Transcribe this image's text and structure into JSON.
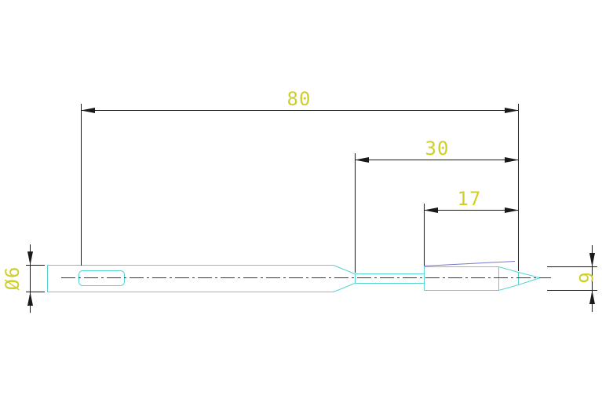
{
  "dimensions": {
    "overall_length": "80",
    "section_length": "30",
    "head_length": "17",
    "left_diameter": "Ø6",
    "right_diameter": "6"
  },
  "colors": {
    "background": "#ffffff",
    "part_outline": "#55d4d4",
    "flute_line": "#7878cc",
    "centerline": "#3a3a3a",
    "dimension_line": "#1a1a1a",
    "dimension_text": "#cfcf2a"
  }
}
